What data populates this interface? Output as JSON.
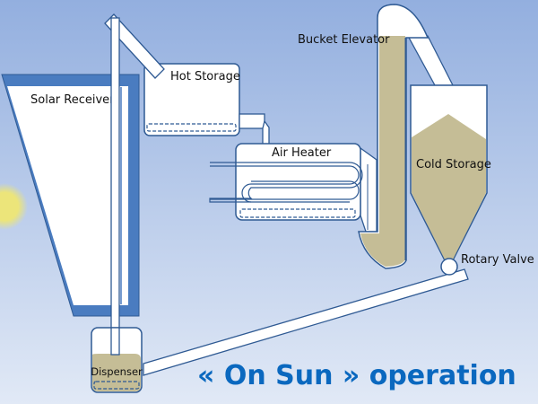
{
  "labels": {
    "solar_receiver": "Solar Receiver",
    "hot_storage": "Hot Storage",
    "bucket_elevator": "Bucket Elevator",
    "air_heater": "Air Heater",
    "cold_storage": "Cold Storage",
    "rotary_valve": "Rotary Valve",
    "dispenser": "Dispenser"
  },
  "title": "« On Sun » operation",
  "colors": {
    "outline": "#2f5a93",
    "receiver_blue": "#4a7cc0",
    "particles": "#c5bd96",
    "title": "#0a68bf",
    "sun": "#e8e070"
  }
}
